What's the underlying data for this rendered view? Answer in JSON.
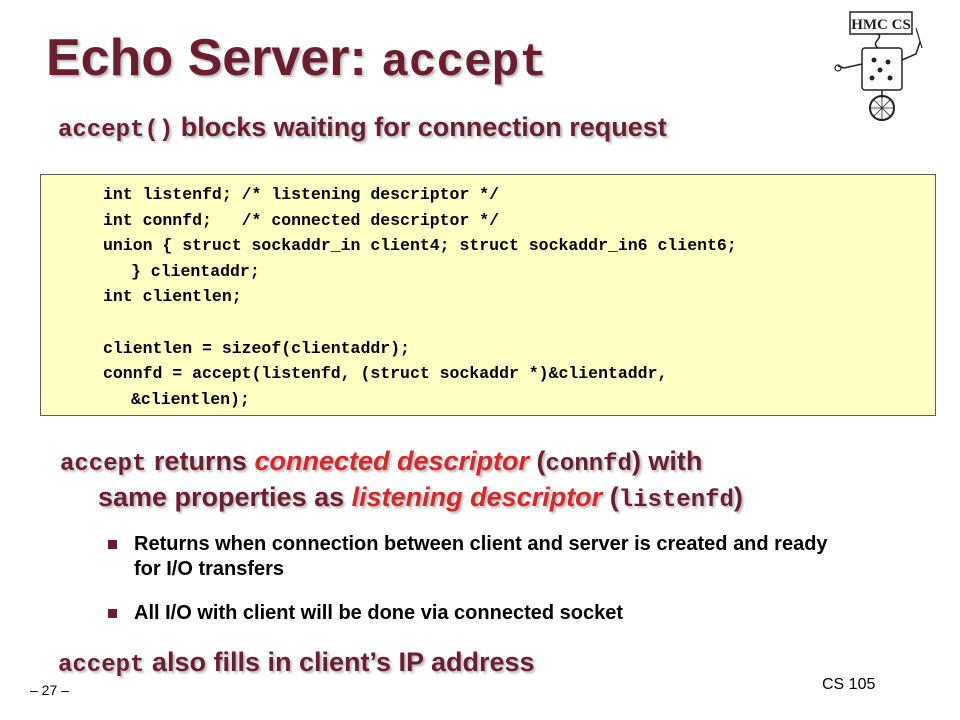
{
  "title": {
    "prefix": "Echo Server: ",
    "code": "accept"
  },
  "line1": {
    "code": "accept()",
    "text": " blocks waiting for connection request"
  },
  "code_lines": [
    "int listenfd; /* listening descriptor */",
    "int connfd;   /* connected descriptor */",
    "union { struct sockaddr_in client4; struct sockaddr_in6 client6;",
    "} clientaddr;",
    "int clientlen;",
    "",
    "clientlen = sizeof(clientaddr);",
    "connfd = accept(listenfd, (struct sockaddr *)&clientaddr,",
    "&clientlen);"
  ],
  "para2": {
    "code1": "accept",
    "t1": " returns ",
    "r1": "connected descriptor",
    "t2": " (",
    "code2": "connfd",
    "t3": ") with",
    "t4": "same properties as ",
    "r2": "listening descriptor",
    "t5": " (",
    "code3": "listenfd",
    "t6": ")"
  },
  "bullets": [
    "Returns when connection between client and server is created and ready for I/O transfers",
    "All I/O with client will be done via connected socket"
  ],
  "line3": {
    "code": "accept",
    "text": " also fills in client’s IP address"
  },
  "footer": {
    "page": "– 27 –",
    "course": "CS 105"
  },
  "logo": {
    "text": "HMC CS"
  }
}
